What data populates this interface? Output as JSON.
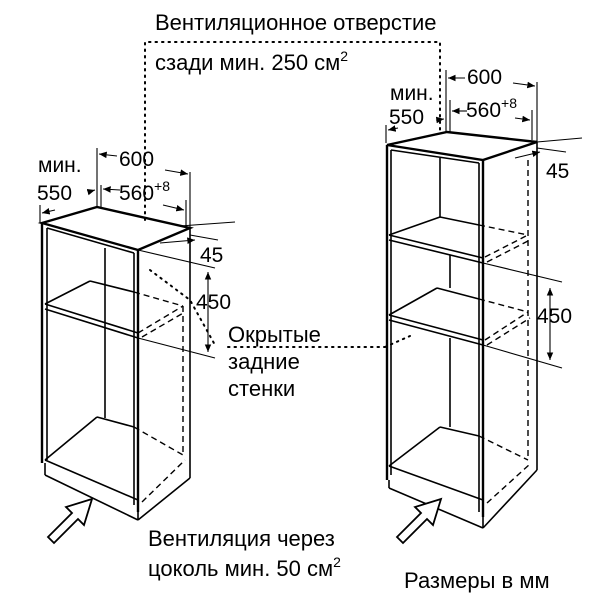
{
  "labels": {
    "vent_top_line1": "Вентиляционное отверстие",
    "vent_top_line2": "сзади мин. 250 см",
    "vent_top_sup": "2",
    "open_back_line1": "Окрытые",
    "open_back_line2": "задние",
    "open_back_line3": "стенки",
    "vent_bottom_line1": "Вентиляция через",
    "vent_bottom_line2": "цоколь мин. 50 см",
    "vent_bottom_sup": "2",
    "units": "Размеры в мм"
  },
  "left_cabinet": {
    "min_label": "мин.",
    "depth": "550",
    "width_outer": "600",
    "width_inner": "560",
    "width_inner_tol": "+8",
    "back_gap": "45",
    "niche_height": "450"
  },
  "right_cabinet": {
    "min_label": "мин.",
    "depth": "550",
    "width_outer": "600",
    "width_inner": "560",
    "width_inner_tol": "+8",
    "back_gap": "45",
    "niche_height": "450"
  }
}
